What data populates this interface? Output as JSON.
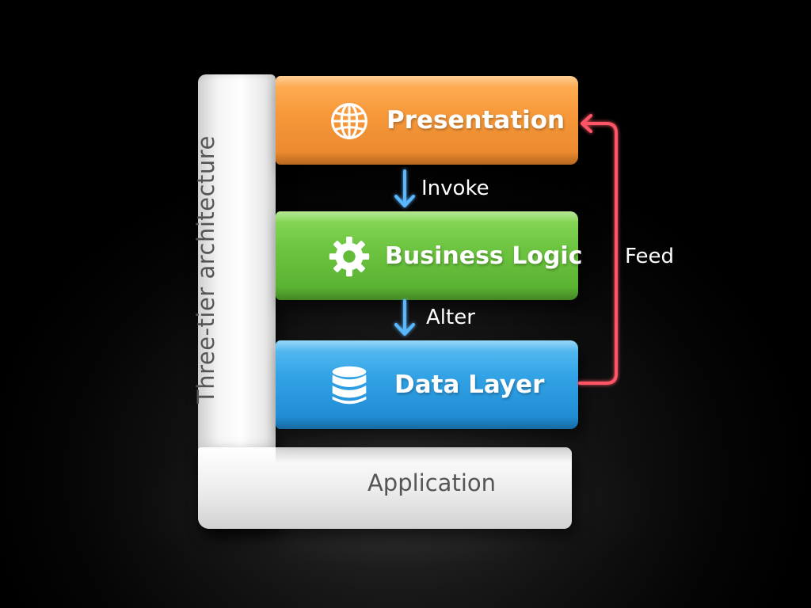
{
  "frame": {
    "vertical_label": "Three-tier architecture",
    "base_label": "Application"
  },
  "tiers": [
    {
      "label": "Presentation",
      "icon": "globe-icon",
      "color": "#f79a3c"
    },
    {
      "label": "Business Logic",
      "icon": "gear-icon",
      "color": "#6dc540"
    },
    {
      "label": "Data Layer",
      "icon": "database-icon",
      "color": "#32a3e6"
    }
  ],
  "flows": {
    "invoke": "Invoke",
    "alter": "Alter",
    "feed": "Feed"
  },
  "colors": {
    "down_arrow": "#3aa7ff",
    "feed_arrow": "#ff4a5a",
    "frame": "#f2f2f2",
    "frame_text": "#555555"
  }
}
